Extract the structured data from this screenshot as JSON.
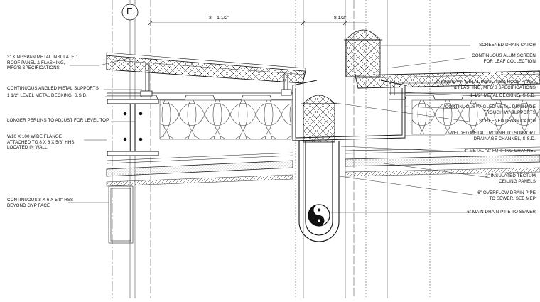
{
  "grid_tag": "E",
  "dimensions": {
    "dim_a": "3' - 1 1/2\"",
    "dim_b": "8 1/2\""
  },
  "left_labels": [
    "3\" KINGSPAN METAL INSULATED\nROOF PANEL & FLASHING,\nMFG'S SPECIFICATIONS",
    "CONTINUOUS ANGLED METAL SUPPORTS",
    "1 1/2\" LEVEL METAL DECKING, S.S.D.",
    "LONGER PERLINS TO ADJUST FOR LEVEL TOP",
    "W10 x 100 WIDE FLANGE\nATTACHED TO 8 x 6 X 5/8\" HHS\nLOCATED IN WALL",
    "CONTINUOUS 8 x 6 x 5/8\" HSS\nBEYOND GYP FACE"
  ],
  "right_labels": [
    "SCREENED DRAIN CATCH",
    "CONTINUOUS ALUM SCREEN\nFOR LEAF COLLECTION",
    "3\" KINGSPAN METAL INSULATED ROOF PANEL\n& FLASHING, MFG'S SPECIFICATIONS",
    "1-1/2\" METAL DECKING, S.S.D.",
    "CONTINUOUS ANGLED METAL DRAINAGE\nTROUGH W/ SUPPORTS",
    "SCREENED DRAIN CATCH",
    "WELDED METAL TROUGH TO SUPPORT\nDRAINAGE CHANNEL, S.S.D.",
    "4\" METAL \"Z\" FURRING CHANNEL",
    "2\" INSULATED TECTUM\nCEILING PANELS",
    "6\" OVERFLOW DRAIN PIPE\nTO SEWER, SEE MEP",
    "6\" MAIN DRAIN PIPE TO SEWER"
  ]
}
